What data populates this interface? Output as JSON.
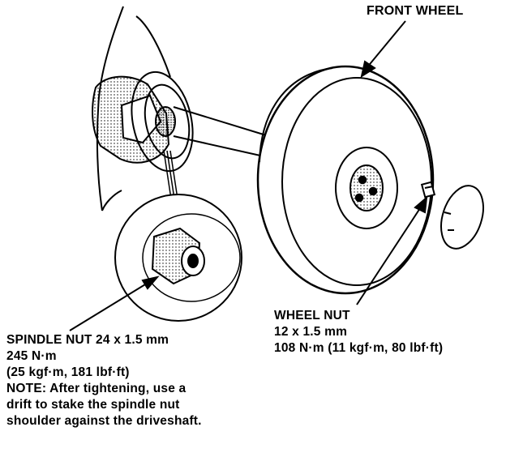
{
  "labels": {
    "front_wheel": "FRONT WHEEL",
    "wheel_nut": {
      "title": "WHEEL NUT",
      "size": "12 x 1.5 mm",
      "torque": "108 N·m (11 kgf·m, 80 lbf·ft)"
    },
    "spindle_nut": {
      "title": "SPINDLE NUT 24 x 1.5 mm",
      "torque": "245 N·m",
      "torque_alt": "(25 kgf·m, 181 lbf·ft)",
      "note_1": "NOTE:  After tightening, use a",
      "note_2": "drift to stake the spindle nut",
      "note_3": "shoulder against the driveshaft."
    }
  },
  "colors": {
    "ink": "#000000",
    "paper": "#ffffff"
  }
}
